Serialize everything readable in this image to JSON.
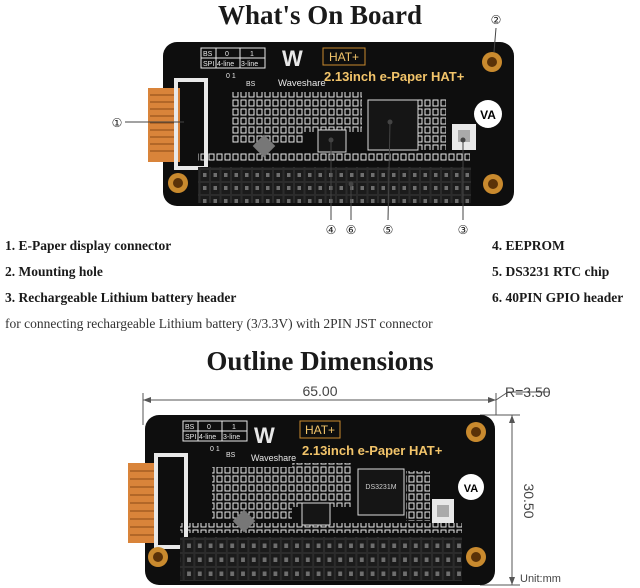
{
  "titles": {
    "board": "What's On Board",
    "outline": "Outline Dimensions"
  },
  "callouts": [
    "①",
    "②",
    "③",
    "④",
    "⑤",
    "⑥"
  ],
  "legend_left": [
    "1. E-Paper display connector",
    "2. Mounting hole",
    "3. Rechargeable Lithium battery header"
  ],
  "legend_right": [
    "4. EEPROM",
    "5. DS3231 RTC chip",
    "6. 40PIN GPIO header"
  ],
  "note": "for connecting rechargeable Lithium battery (3/3.3V) with 2PIN JST connector",
  "board": {
    "brand": "Waveshare",
    "hat": "HAT+",
    "name": "2.13inch e-Paper HAT+",
    "table": [
      "BS",
      "0",
      "1",
      "SPI",
      "4-line",
      "3-line"
    ],
    "bs_label": "BS",
    "bs_digits": "0  1",
    "chip": "DS3231M",
    "va": "VA"
  },
  "dimensions": {
    "width": "65.00",
    "height": "30.50",
    "radius": "R=3.50",
    "unit": "Unit:mm"
  },
  "colors": {
    "board": "#0e0e0e",
    "gold": "#c98a2e",
    "connector": "#d9843a",
    "text": "#1a1a1a"
  }
}
